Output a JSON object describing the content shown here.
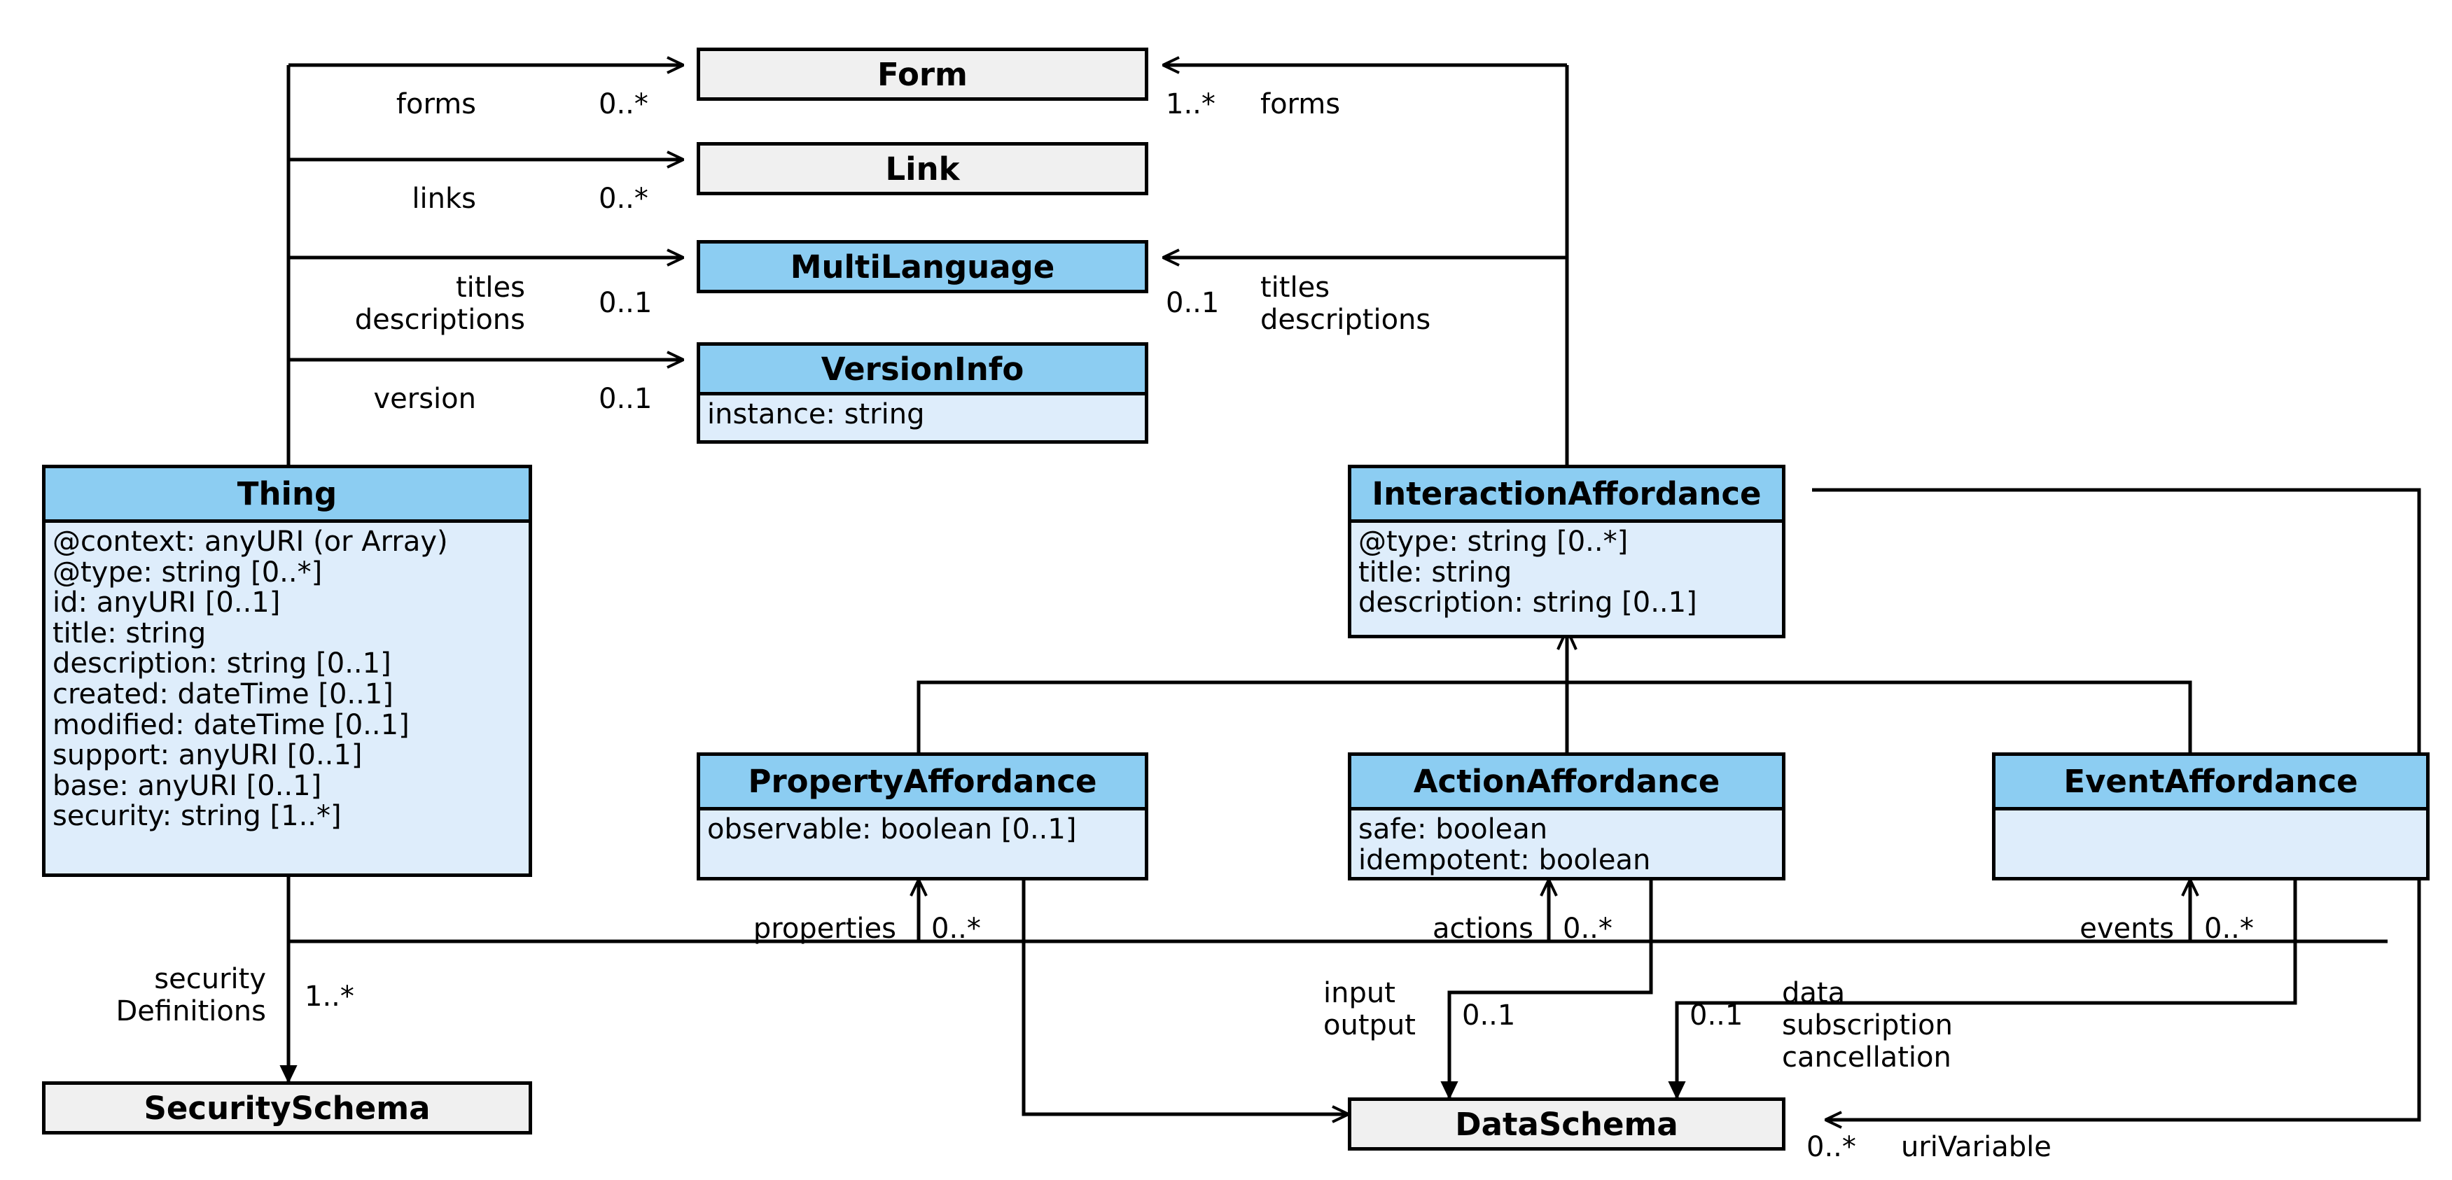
{
  "diagram": {
    "type": "uml-class-diagram",
    "title": "Web of Things Thing Description Information Model",
    "colors": {
      "class_header_blue": "#8ccdf2",
      "class_body_blue": "#deedfb",
      "class_gray": "#f0f0f0",
      "line": "#000000",
      "background": "#ffffff"
    }
  },
  "classes": {
    "form": {
      "name": "Form",
      "fill": "gray",
      "attributes": []
    },
    "link": {
      "name": "Link",
      "fill": "gray",
      "attributes": []
    },
    "multilanguage": {
      "name": "MultiLanguage",
      "fill": "blue",
      "attributes": []
    },
    "versioninfo": {
      "name": "VersionInfo",
      "fill": "blue",
      "attributes": [
        "instance: string"
      ]
    },
    "thing": {
      "name": "Thing",
      "fill": "blue",
      "attributes": [
        "@context: anyURI (or Array)",
        "@type: string [0..*]",
        "id: anyURI [0..1]",
        "title: string",
        "description: string [0..1]",
        "created: dateTime [0..1]",
        "modified: dateTime [0..1]",
        "support: anyURI [0..1]",
        "base: anyURI [0..1]",
        "security: string [1..*]"
      ]
    },
    "interactionaffordance": {
      "name": "InteractionAffordance",
      "fill": "blue",
      "attributes": [
        "@type: string [0..*]",
        "title: string",
        "description: string [0..1]"
      ]
    },
    "propertyaffordance": {
      "name": "PropertyAffordance",
      "fill": "blue",
      "attributes": [
        "observable: boolean [0..1]"
      ]
    },
    "actionaffordance": {
      "name": "ActionAffordance",
      "fill": "blue",
      "attributes": [
        "safe: boolean",
        "idempotent: boolean"
      ]
    },
    "eventaffordance": {
      "name": "EventAffordance",
      "fill": "blue",
      "attributes": []
    },
    "securityschema": {
      "name": "SecuritySchema",
      "fill": "gray",
      "attributes": []
    },
    "dataschema": {
      "name": "DataSchema",
      "fill": "gray",
      "attributes": []
    }
  },
  "edges": {
    "thing_forms": {
      "role": "forms",
      "multiplicity": "0..*",
      "from": "Thing",
      "to": "Form"
    },
    "thing_links": {
      "role": "links",
      "multiplicity": "0..*",
      "from": "Thing",
      "to": "Link"
    },
    "thing_titles_descriptions": {
      "role": "titles\ndescriptions",
      "multiplicity": "0..1",
      "from": "Thing",
      "to": "MultiLanguage"
    },
    "thing_version": {
      "role": "version",
      "multiplicity": "0..1",
      "from": "Thing",
      "to": "VersionInfo"
    },
    "ia_forms": {
      "role": "forms",
      "multiplicity": "1..*",
      "from": "InteractionAffordance",
      "to": "Form"
    },
    "ia_titles_descriptions": {
      "role": "titles\ndescriptions",
      "multiplicity": "0..1",
      "from": "InteractionAffordance",
      "to": "MultiLanguage"
    },
    "thing_securitydefinitions": {
      "role": "security\nDefinitions",
      "multiplicity": "1..*",
      "from": "Thing",
      "to": "SecuritySchema"
    },
    "thing_properties": {
      "role": "properties",
      "multiplicity": "0..*",
      "from": "Thing",
      "to": "PropertyAffordance"
    },
    "thing_actions": {
      "role": "actions",
      "multiplicity": "0..*",
      "from": "Thing",
      "to": "ActionAffordance"
    },
    "thing_events": {
      "role": "events",
      "multiplicity": "0..*",
      "from": "Thing",
      "to": "EventAffordance"
    },
    "action_input_output": {
      "role": "input\noutput",
      "multiplicity": "0..1",
      "from": "ActionAffordance",
      "to": "DataSchema"
    },
    "event_data_sub_cancel": {
      "role": "data\nsubscription\ncancellation",
      "multiplicity": "0..1",
      "from": "EventAffordance",
      "to": "DataSchema"
    },
    "ia_urivariable": {
      "role": "uriVariable",
      "multiplicity": "0..*",
      "from": "InteractionAffordance",
      "to": "DataSchema"
    },
    "property_dataschema": {
      "role": "",
      "multiplicity": "",
      "from": "PropertyAffordance",
      "to": "DataSchema"
    }
  },
  "labels": {
    "forms_left": "forms",
    "forms_left_mult": "0..*",
    "links_left": "links",
    "links_left_mult": "0..*",
    "titles_left": "titles",
    "descriptions_left": "descriptions",
    "titles_left_mult": "0..1",
    "version_left": "version",
    "version_left_mult": "0..1",
    "forms_right_mult": "1..*",
    "forms_right": "forms",
    "titles_right_mult": "0..1",
    "titles_right": "titles",
    "descriptions_right": "descriptions",
    "security_l1": "security",
    "security_l2": "Definitions",
    "security_mult": "1..*",
    "properties": "properties",
    "properties_mult": "0..*",
    "actions": "actions",
    "actions_mult": "0..*",
    "events": "events",
    "events_mult": "0..*",
    "input": "input",
    "output": "output",
    "input_mult": "0..1",
    "data": "data",
    "subscription": "subscription",
    "cancellation": "cancellation",
    "data_mult": "0..1",
    "urivariable_mult": "0..*",
    "urivariable": "uriVariable"
  }
}
